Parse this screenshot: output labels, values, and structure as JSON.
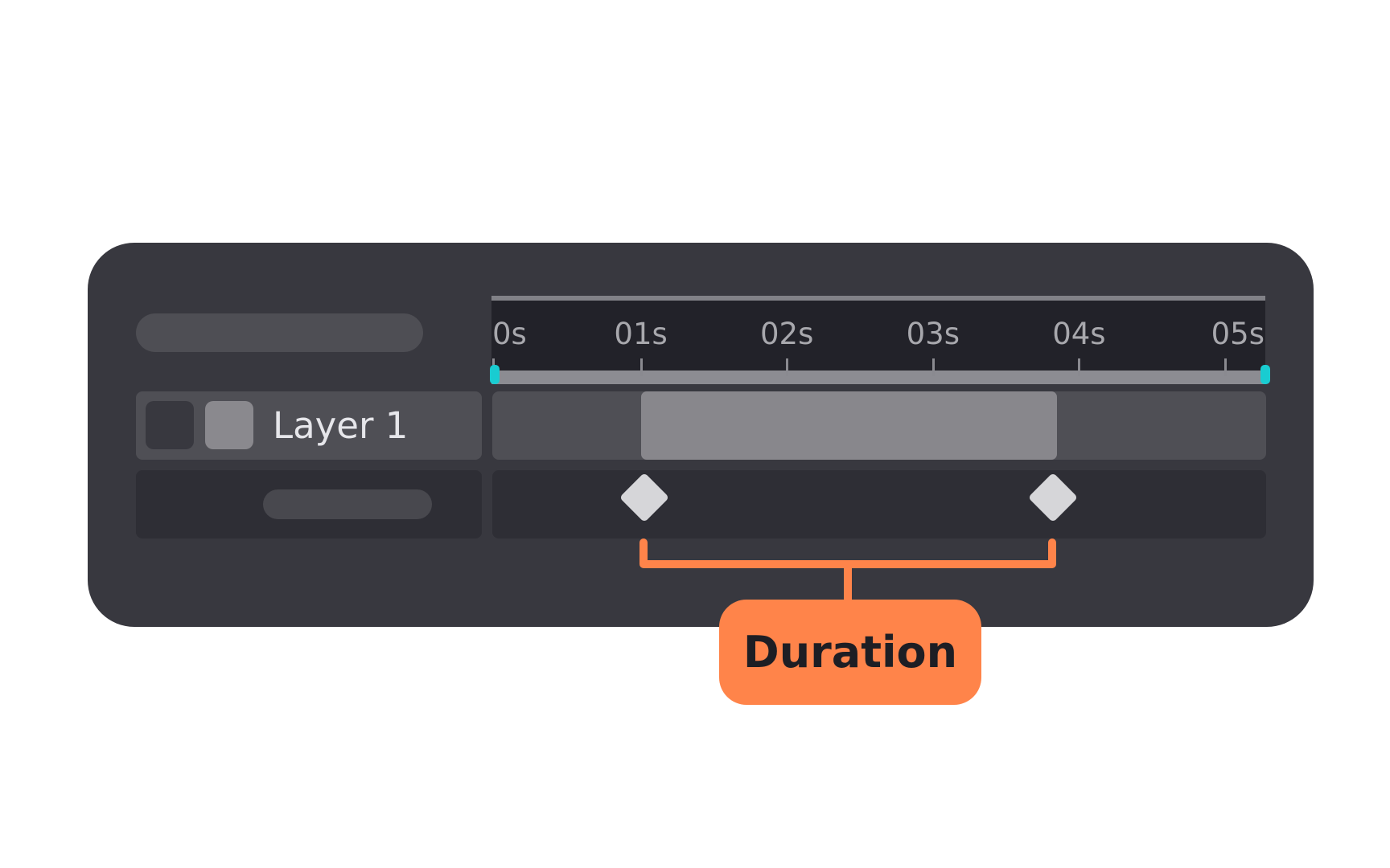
{
  "timeline": {
    "ruler_ticks": [
      "0s",
      "01s",
      "02s",
      "03s",
      "04s",
      "05s"
    ],
    "range": [
      "0s",
      "05s"
    ]
  },
  "layer": {
    "name": "Layer 1",
    "clip_start_s": 1.0,
    "clip_end_s": 3.85
  },
  "keyframes_s": [
    1.0,
    3.8
  ],
  "callout": {
    "label": "Duration"
  },
  "colors": {
    "panel": "#38383f",
    "ruler": "#222229",
    "playhead_handle": "#19ccd1",
    "clip": "#88878c",
    "keyframe": "#d6d6d9",
    "accent": "#ff844a"
  },
  "icons": [
    "keyframe-diamond-icon",
    "timeline-handle-icon"
  ]
}
